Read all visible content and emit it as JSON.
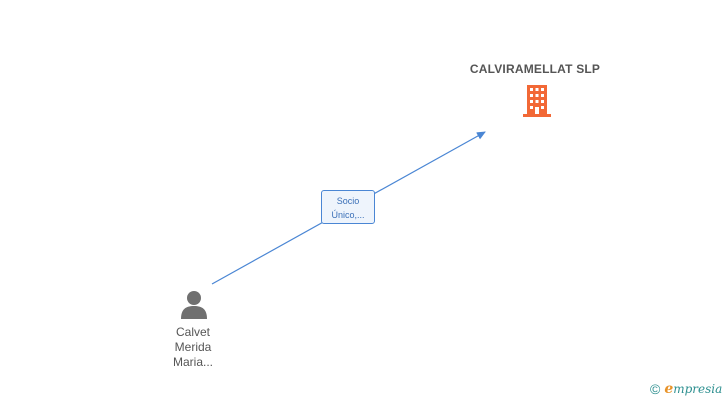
{
  "company": {
    "name": "CALVIRAMELLAT SLP",
    "icon": "building-icon",
    "color": "#f26836"
  },
  "person": {
    "name_lines": [
      "Calvet",
      "Merida",
      "Maria..."
    ],
    "icon": "person-icon",
    "color": "#707070"
  },
  "relation": {
    "label_lines": [
      "Socio",
      "Único,..."
    ],
    "color": "#4a86d4"
  },
  "watermark": {
    "copyright_symbol": "©",
    "brand_initial": "e",
    "brand_rest": "mpresia"
  }
}
